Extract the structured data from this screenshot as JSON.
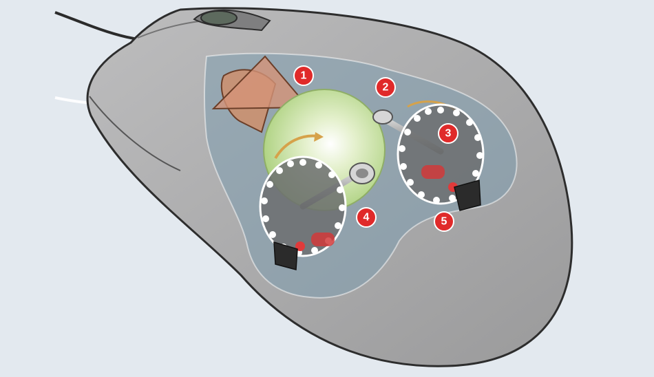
{
  "diagram": {
    "subject": "ball-mouse-internals",
    "colors": {
      "background": "#e3e9ef",
      "mouse_body": "#a9a9aa",
      "mouse_outline": "#2d2d2d",
      "cutaway": "#7d9dae",
      "ball": "#c6dfa0",
      "marker": "#e02a2a",
      "wheel_disc": "#6c6e70",
      "emitter": "#d13a3a",
      "sensor": "#2b2b2b"
    },
    "markers": [
      {
        "label": "1"
      },
      {
        "label": "2"
      },
      {
        "label": "3"
      },
      {
        "label": "4"
      },
      {
        "label": "5"
      }
    ]
  }
}
